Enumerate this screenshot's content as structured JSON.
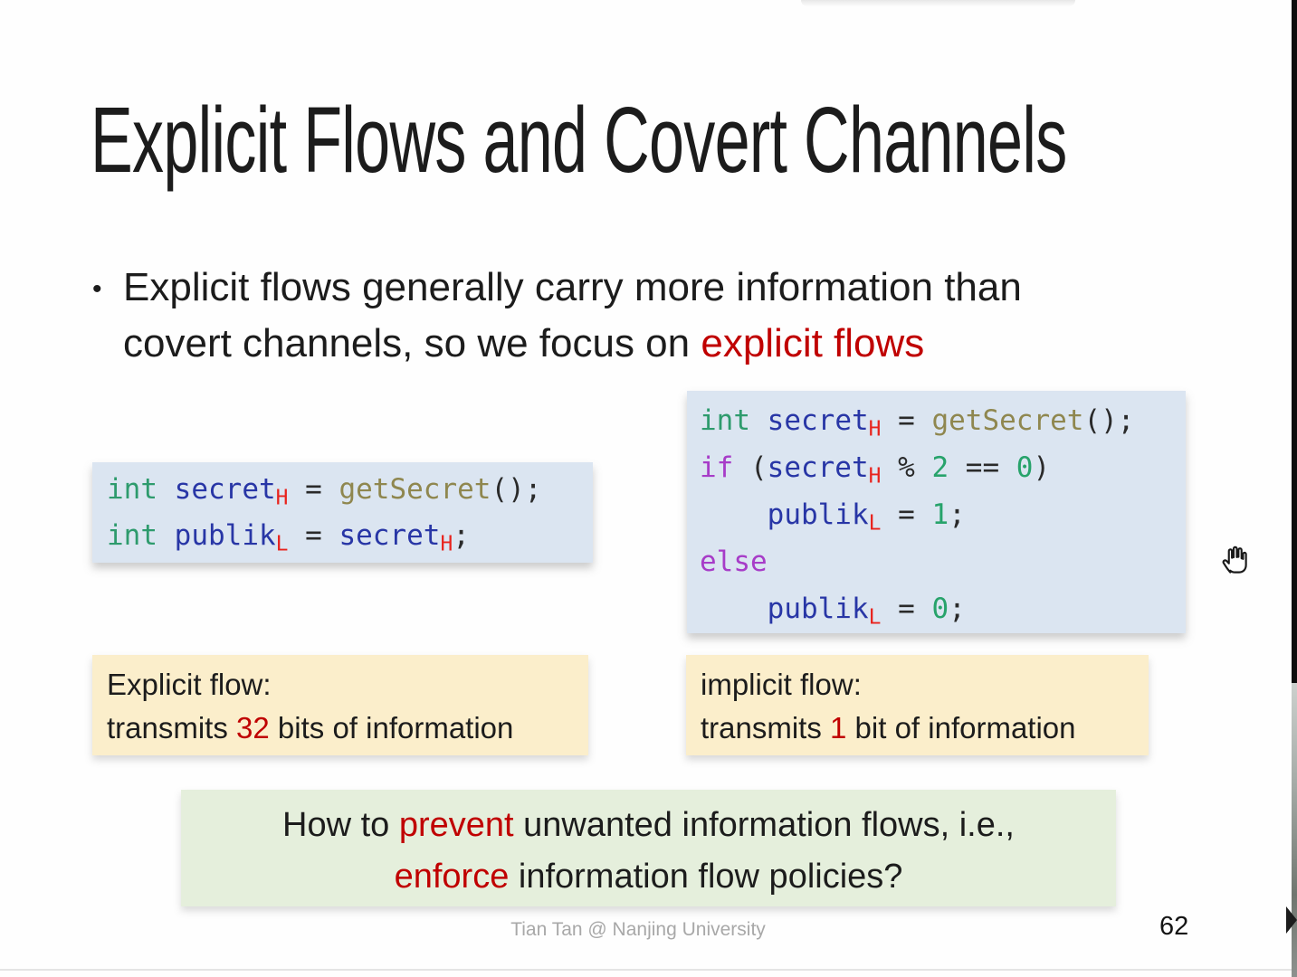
{
  "slide": {
    "title": "Explicit Flows and Covert Channels",
    "bullet": {
      "marker": "•",
      "line1": "Explicit flows generally carry more information than",
      "line2_plain": "covert channels, so we focus on ",
      "line2_red": "explicit flows"
    },
    "code_left": {
      "lines": [
        [
          {
            "t": "int",
            "c": "kw"
          },
          {
            "t": " ",
            "c": "p"
          },
          {
            "t": "secret",
            "c": "id"
          },
          {
            "t": "H",
            "sub": true
          },
          {
            "t": " = ",
            "c": "p"
          },
          {
            "t": "getSecret",
            "c": "fn"
          },
          {
            "t": "();",
            "c": "p"
          }
        ],
        [
          {
            "t": "int",
            "c": "kw"
          },
          {
            "t": " ",
            "c": "p"
          },
          {
            "t": "publik",
            "c": "id"
          },
          {
            "t": "L",
            "sub": true
          },
          {
            "t": " = ",
            "c": "p"
          },
          {
            "t": "secret",
            "c": "id"
          },
          {
            "t": "H",
            "sub": true
          },
          {
            "t": ";",
            "c": "p"
          }
        ]
      ]
    },
    "code_right": {
      "lines": [
        [
          {
            "t": "int",
            "c": "kw"
          },
          {
            "t": " ",
            "c": "p"
          },
          {
            "t": "secret",
            "c": "id"
          },
          {
            "t": "H",
            "sub": true
          },
          {
            "t": " = ",
            "c": "p"
          },
          {
            "t": "getSecret",
            "c": "fn"
          },
          {
            "t": "();",
            "c": "p"
          }
        ],
        [
          {
            "t": "if",
            "c": "ctrl"
          },
          {
            "t": " (",
            "c": "p"
          },
          {
            "t": "secret",
            "c": "id"
          },
          {
            "t": "H",
            "sub": true
          },
          {
            "t": " % ",
            "c": "p"
          },
          {
            "t": "2",
            "c": "num"
          },
          {
            "t": " == ",
            "c": "p"
          },
          {
            "t": "0",
            "c": "num"
          },
          {
            "t": ")",
            "c": "p"
          }
        ],
        [
          {
            "t": "    ",
            "c": "p"
          },
          {
            "t": "publik",
            "c": "id"
          },
          {
            "t": "L",
            "sub": true
          },
          {
            "t": " = ",
            "c": "p"
          },
          {
            "t": "1",
            "c": "num"
          },
          {
            "t": ";",
            "c": "p"
          }
        ],
        [
          {
            "t": "else",
            "c": "ctrl"
          }
        ],
        [
          {
            "t": "    ",
            "c": "p"
          },
          {
            "t": "publik",
            "c": "id"
          },
          {
            "t": "L",
            "sub": true
          },
          {
            "t": " = ",
            "c": "p"
          },
          {
            "t": "0",
            "c": "num"
          },
          {
            "t": ";",
            "c": "p"
          }
        ]
      ]
    },
    "explicit_box": {
      "heading": "Explicit flow:",
      "pre": "transmits ",
      "value": "32",
      "post": " bits of information"
    },
    "implicit_box": {
      "heading": "implicit flow:",
      "pre": "transmits ",
      "value": "1",
      "post": " bit of information"
    },
    "question_box": {
      "l1_pre": "How to ",
      "l1_red": "prevent",
      "l1_post": " unwanted information flows, i.e.,",
      "l2_red": "enforce",
      "l2_post": " information flow policies?"
    },
    "footer": {
      "credit": "Tian Tan @ Nanjing University",
      "page_number": "62"
    }
  },
  "icons": {
    "cursor": "hand-grab"
  },
  "colors": {
    "slide_text": "#1c1c1c",
    "red_accent": "#c00000",
    "code_subscript_red": "#e8231d",
    "keyword_green": "#2e9b6d",
    "identifier_blue": "#2836a6",
    "function_olive": "#8f874f",
    "control_purple": "#a73cc8",
    "number_green": "#27a36b",
    "code_bg": "#dbe5f1",
    "note_bg": "#fbeecb",
    "question_bg": "#e5efdc",
    "footer_gray": "#a8a8a8"
  }
}
